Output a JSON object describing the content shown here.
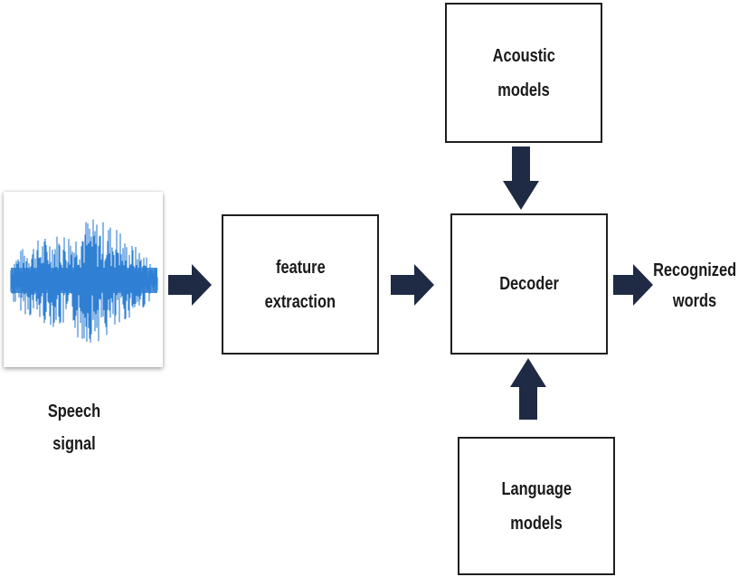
{
  "speech_signal": {
    "line1": "Speech",
    "line2": "signal"
  },
  "feature_extraction": {
    "line1": "feature",
    "line2": "extraction"
  },
  "decoder": {
    "label": "Decoder"
  },
  "acoustic_models": {
    "line1": "Acoustic",
    "line2": "models"
  },
  "language_models": {
    "line1": "Language",
    "line2": "models"
  },
  "output": {
    "line1": "Recognized",
    "line2": "words"
  },
  "colors": {
    "arrow": "#1f2a44",
    "waveform": "#2f7fd3",
    "border": "#1f1f1f"
  }
}
